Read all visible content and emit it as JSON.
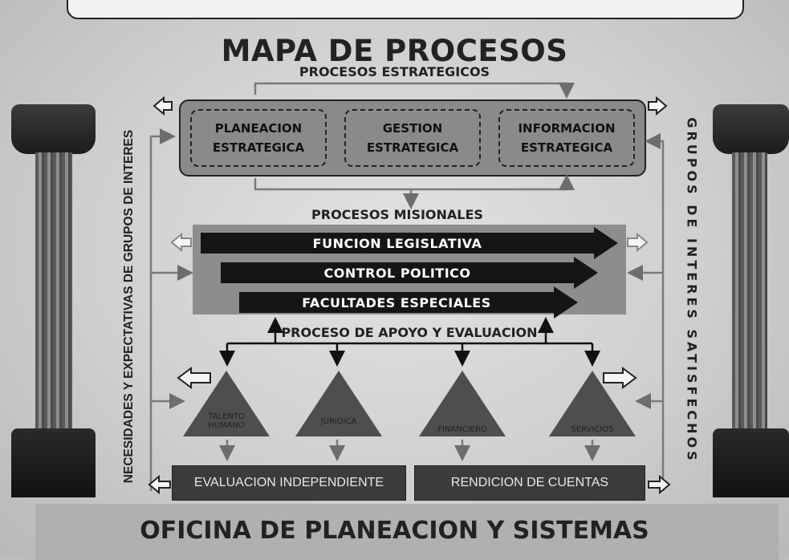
{
  "title": "MAPA DE PROCESOS",
  "strategic": {
    "heading": "PROCESOS ESTRATEGICOS",
    "items": [
      {
        "line1": "PLANEACION",
        "line2": "ESTRATEGICA"
      },
      {
        "line1": "GESTION",
        "line2": "ESTRATEGICA"
      },
      {
        "line1": "INFORMACION",
        "line2": "ESTRATEGICA"
      }
    ]
  },
  "misional": {
    "heading": "PROCESOS MISIONALES",
    "bars": [
      "FUNCION LEGISLATIVA",
      "CONTROL POLITICO",
      "FACULTADES ESPECIALES"
    ]
  },
  "apoyo": {
    "heading": "PROCESO DE APOYO Y EVALUACION",
    "triangles": [
      {
        "line1": "TALENTO",
        "line2": "HUMANO"
      },
      {
        "line1": "JURIDICA",
        "line2": ""
      },
      {
        "line1": "FINANCIERO",
        "line2": ""
      },
      {
        "line1": "SERVICIOS",
        "line2": ""
      }
    ],
    "boxes": [
      "EVALUACION INDEPENDIENTE",
      "RENDICION DE CUENTAS"
    ]
  },
  "left_side_label": "NECESIDADES Y EXPECTATIVAS DE GRUPOS DE INTERES",
  "right_side_label": "GRUPOS DE INTERES SATISFECHOS",
  "footer": "OFICINA DE PLANEACION Y SISTEMAS"
}
